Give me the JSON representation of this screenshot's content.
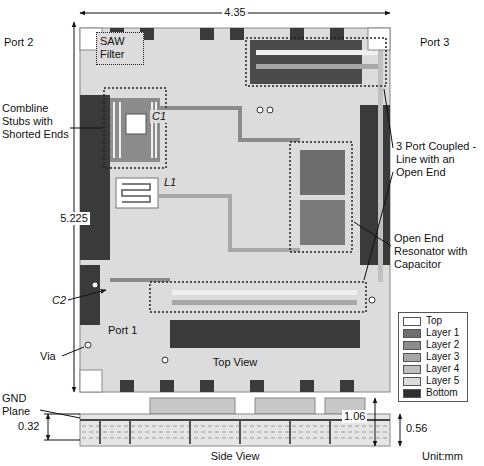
{
  "diagram": {
    "nodes": [
      {
        "text": [
          "SAW Filter"
        ]
      }
    ],
    "labels": [
      "4.35",
      "Port 2",
      "Port 3",
      "Combline Stubs with Shorted Ends",
      "C1",
      "L1",
      "3 Port Coupled -Line with an Open End",
      "5.225",
      "Open End Resonator with Capacitor",
      "C2",
      "Port 1",
      "Via",
      "Top View",
      "GND Plane",
      "0.32",
      "1.06",
      "0.56",
      "Side View",
      "Unit:mm"
    ],
    "legend": [
      {
        "text": "Top",
        "color": "#ffffff"
      },
      {
        "text": "Layer 1",
        "color": "#6e6e6e"
      },
      {
        "text": "Layer 2",
        "color": "#8c8c8c"
      },
      {
        "text": "Layer 3",
        "color": "#a8a8a8"
      },
      {
        "text": "Layer 4",
        "color": "#c0c0c0"
      },
      {
        "text": "Layer 5",
        "color": "#dcdcdc"
      },
      {
        "text": "Bottom",
        "color": "#2e2e2e"
      }
    ]
  }
}
